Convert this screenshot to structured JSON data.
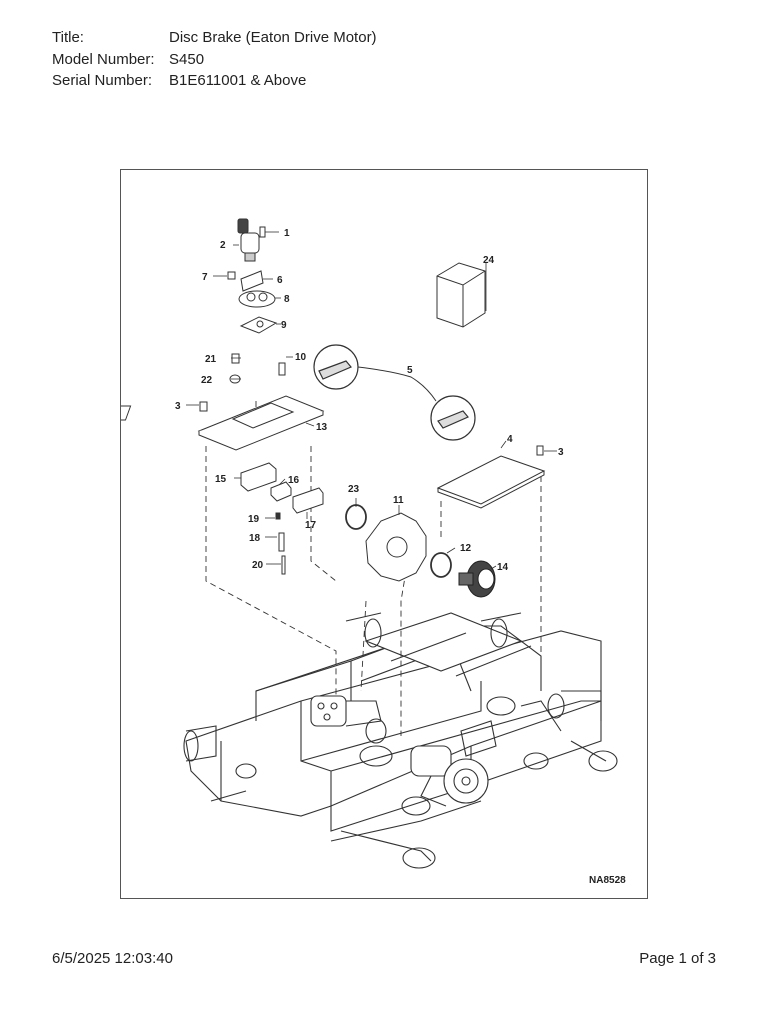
{
  "meta": {
    "title_label": "Title:",
    "title_value": "Disc Brake (Eaton Drive Motor)",
    "model_label": "Model Number:",
    "model_value": "S450",
    "serial_label": "Serial Number:",
    "serial_value": "B1E611001 & Above"
  },
  "figure": {
    "code": "NA8528",
    "callouts": [
      "1",
      "2",
      "3",
      "4",
      "5",
      "6",
      "7",
      "8",
      "9",
      "10",
      "11",
      "12",
      "13",
      "14",
      "15",
      "16",
      "17",
      "18",
      "19",
      "20",
      "21",
      "22",
      "23",
      "24"
    ]
  },
  "footer": {
    "timestamp": "6/5/2025 12:03:40",
    "page": "Page 1 of 3"
  }
}
